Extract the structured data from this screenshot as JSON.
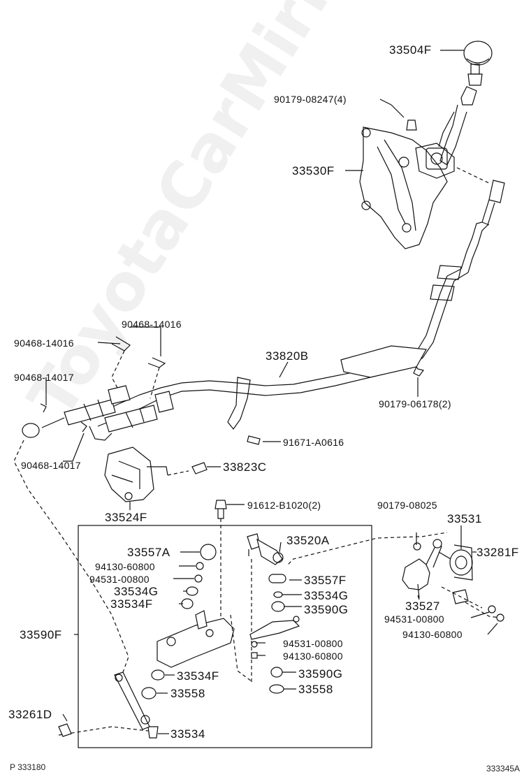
{
  "watermark": "ToyotaCarMirror.ru",
  "footer": {
    "left": "P 333180",
    "right": "333345A"
  },
  "parts": {
    "p33504F": "33504F",
    "p90179_08247": "90179-08247(4)",
    "p33530F": "33530F",
    "p90468_14016a": "90468-14016",
    "p90468_14016b": "90468-14016",
    "p33820B": "33820B",
    "p90468_14017a": "90468-14017",
    "p90179_06178": "90179-06178(2)",
    "p91671_A0616": "91671-A0616",
    "p90468_14017b": "90468-14017",
    "p33823C": "33823C",
    "p33524F": "33524F",
    "p91612_B1020": "91612-B1020(2)",
    "p90179_08025": "90179-08025",
    "p33531": "33531",
    "p33557A": "33557A",
    "p33520A": "33520A",
    "p33281F": "33281F",
    "p94130_60800a": "94130-60800",
    "p94531_00800a": "94531-00800",
    "p33557F": "33557F",
    "p33534G_a": "33534G",
    "p33534G_b": "33534G",
    "p33534F_a": "33534F",
    "p33590G_a": "33590G",
    "p33527": "33527",
    "p94531_00800b": "94531-00800",
    "p33590F": "33590F",
    "p94531_00800c": "94531-00800",
    "p94130_60800b": "94130-60800",
    "p94130_60800c": "94130-60800",
    "p33534F_b": "33534F",
    "p33590G_b": "33590G",
    "p33558_a": "33558",
    "p33558_b": "33558",
    "p33261D": "33261D",
    "p33534": "33534"
  }
}
